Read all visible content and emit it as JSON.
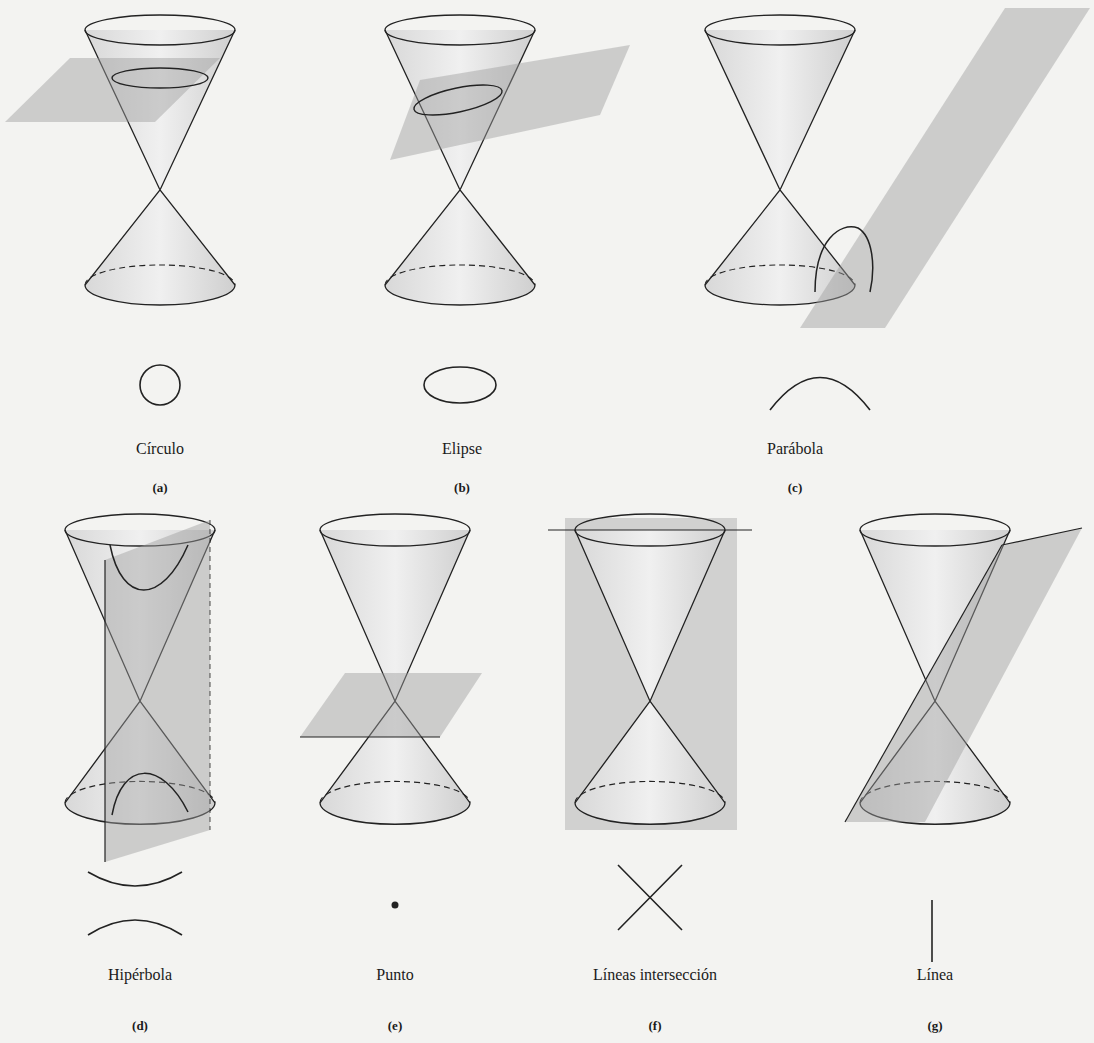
{
  "diagram": {
    "labels": [
      "Círculo",
      "(a)",
      "Elipse",
      "(b)",
      "Parábola",
      "(c)",
      "Hipérbola",
      "(d)",
      "Punto",
      "(e)",
      "Líneas intersección",
      "(f)",
      "Línea",
      "(g)"
    ]
  }
}
